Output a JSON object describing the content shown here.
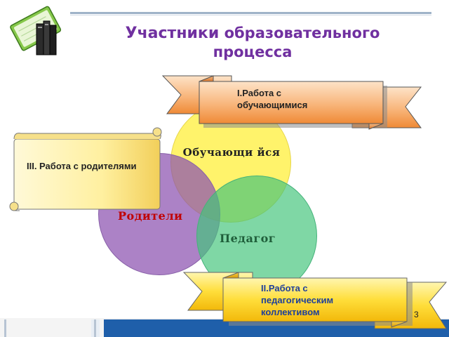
{
  "slide": {
    "title": {
      "part1": "Участники",
      "part2": "образовательного",
      "line2": "процесса"
    },
    "circles": {
      "students": "Обучающи йся",
      "parents": "Родители",
      "teacher": "Педагог"
    },
    "banners": {
      "work_students": "I.Работа с обучающимися",
      "work_teachers": "II.Работа с педагогическим коллективом"
    },
    "scroll": {
      "work_parents": "III. Работа с родителями"
    },
    "page_number": "3"
  },
  "colors": {
    "title": "#7030a0",
    "students_circle": "#ffee32",
    "parents_circle": "#8c52b0",
    "teacher_circle": "#42c47a",
    "banner_orange": "#f59a45",
    "banner_yellow": "#ffd92e",
    "scroll_yellow": "#ffe978",
    "parents_label": "#c00000"
  },
  "icons": [
    "books-icon"
  ]
}
